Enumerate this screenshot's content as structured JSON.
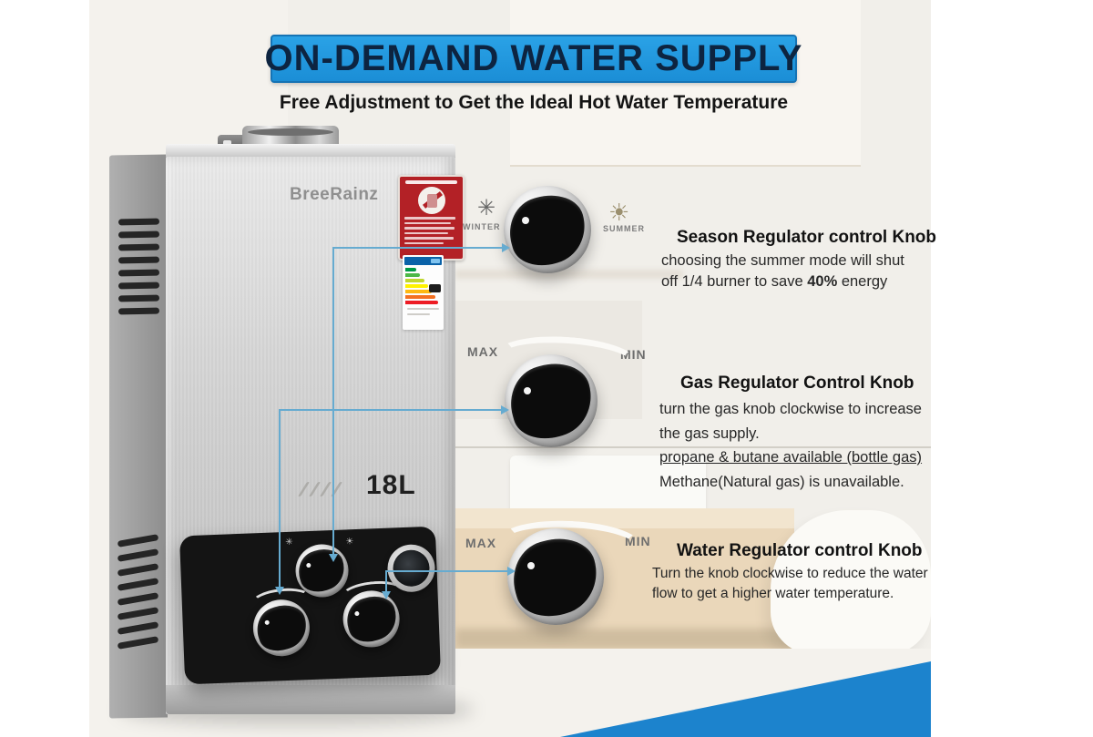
{
  "banner": {
    "title": "ON-DEMAND WATER SUPPLY"
  },
  "subtitle": "Free Adjustment to Get the Ideal Hot Water Temperature",
  "product": {
    "brand": "BreeRainz",
    "capacity": "18L"
  },
  "callouts": {
    "season": {
      "winter_label": "WINTER",
      "summer_label": "SUMMER",
      "title": "Season Regulator control Knob",
      "line1": "choosing the summer mode will shut",
      "line2_pre": "off 1/4 burner to save ",
      "line2_bold": "40%",
      "line2_post": " energy"
    },
    "gas": {
      "max_label": "MAX",
      "min_label": "MIN",
      "title": "Gas Regulator Control Knob",
      "line1": "turn the gas knob clockwise to increase",
      "line2": "the gas supply.",
      "line3": "propane & butane available (bottle gas)",
      "line4": "Methane(Natural gas) is unavailable."
    },
    "water": {
      "max_label": "MAX",
      "min_label": "MIN",
      "title": "Water Regulator control Knob",
      "line1": "Turn the knob clockwise to reduce the water",
      "line2": "flow to get a higher water temperature."
    }
  },
  "icons": {
    "winter": "✳",
    "summer": "☀"
  },
  "colors": {
    "banner_blue": "#1b8ed6",
    "banner_text": "#0d2440",
    "connector_blue": "#66abd0",
    "corner_blue": "#1c83cd",
    "warning_red": "#b32126"
  }
}
